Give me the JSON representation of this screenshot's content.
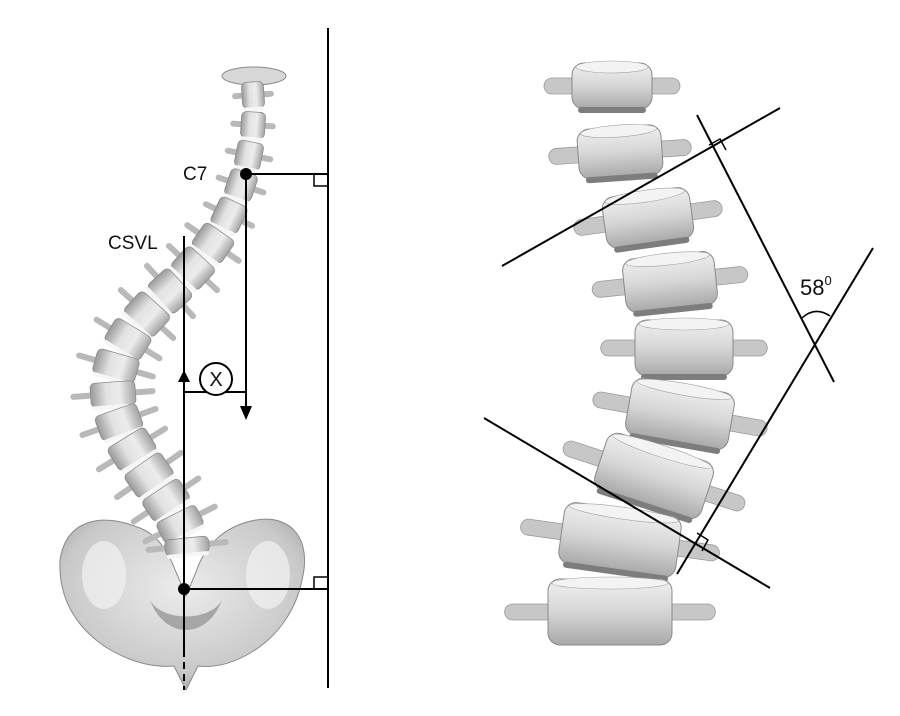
{
  "figure": {
    "left_panel": {
      "label_c7": "C7",
      "label_csvl": "CSVL",
      "label_x": "X"
    },
    "right_panel": {
      "angle_value": "58",
      "angle_unit": "0"
    }
  },
  "colors": {
    "line": "#000000",
    "bone_light": "#e6e6e6",
    "bone_mid": "#c4c4c4",
    "bone_dark": "#8f8f8f",
    "disc": "#f4f4f4"
  }
}
